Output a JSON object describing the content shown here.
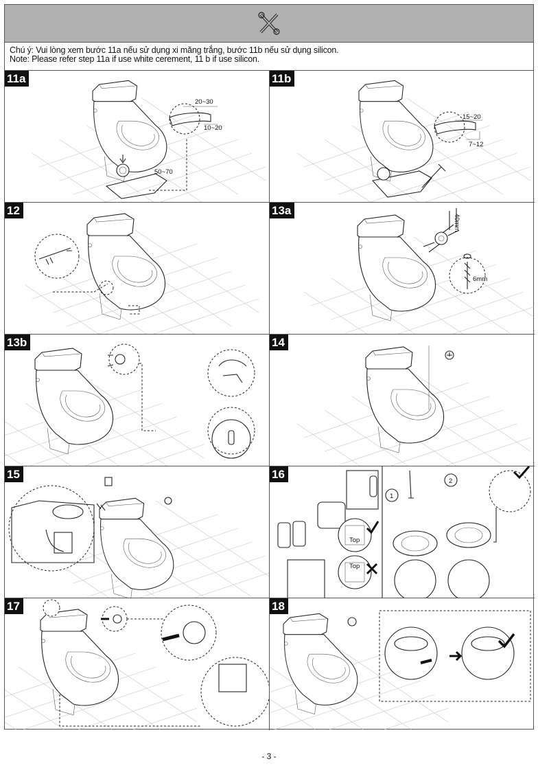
{
  "header": {
    "icon": "wrench-screwdriver-tools-icon"
  },
  "note": {
    "line_vi": "Chú ý: Vui lòng xem bước 11a nếu sử dụng xi măng trắng, bước 11b nếu sử dụng silicon.",
    "line_en": "Note: Please refer step 11a  if use  white cerement, 11 b if use silicon."
  },
  "steps": [
    {
      "label": "11a",
      "dims": [
        "20~30",
        "10~20",
        "50~70"
      ]
    },
    {
      "label": "11b",
      "dims": [
        "15~20",
        "7~12"
      ]
    },
    {
      "label": "12"
    },
    {
      "label": "13a",
      "dims": [
        "40mm",
        "6mm"
      ]
    },
    {
      "label": "13b"
    },
    {
      "label": "14"
    },
    {
      "label": "15"
    },
    {
      "label": "16",
      "sub": [
        "1",
        "2"
      ],
      "battery_text": [
        "Top",
        "Top"
      ]
    },
    {
      "label": "17"
    },
    {
      "label": "18"
    }
  ],
  "footer": {
    "page_number": "- 3 -"
  }
}
